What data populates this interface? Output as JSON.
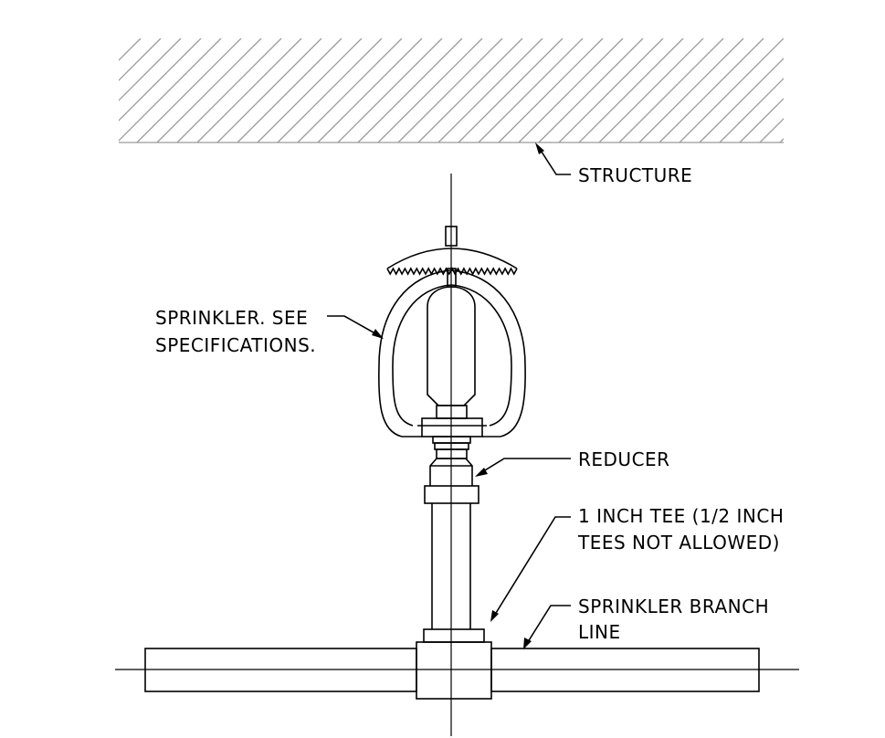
{
  "labels": {
    "structure": "STRUCTURE",
    "sprinkler_line1": "SPRINKLER. SEE",
    "sprinkler_line2": "SPECIFICATIONS.",
    "reducer": "REDUCER",
    "tee_line1": "1 INCH TEE (1/2 INCH",
    "tee_line2": "TEES NOT ALLOWED)",
    "branch_line1": "SPRINKLER BRANCH",
    "branch_line2": "LINE"
  }
}
